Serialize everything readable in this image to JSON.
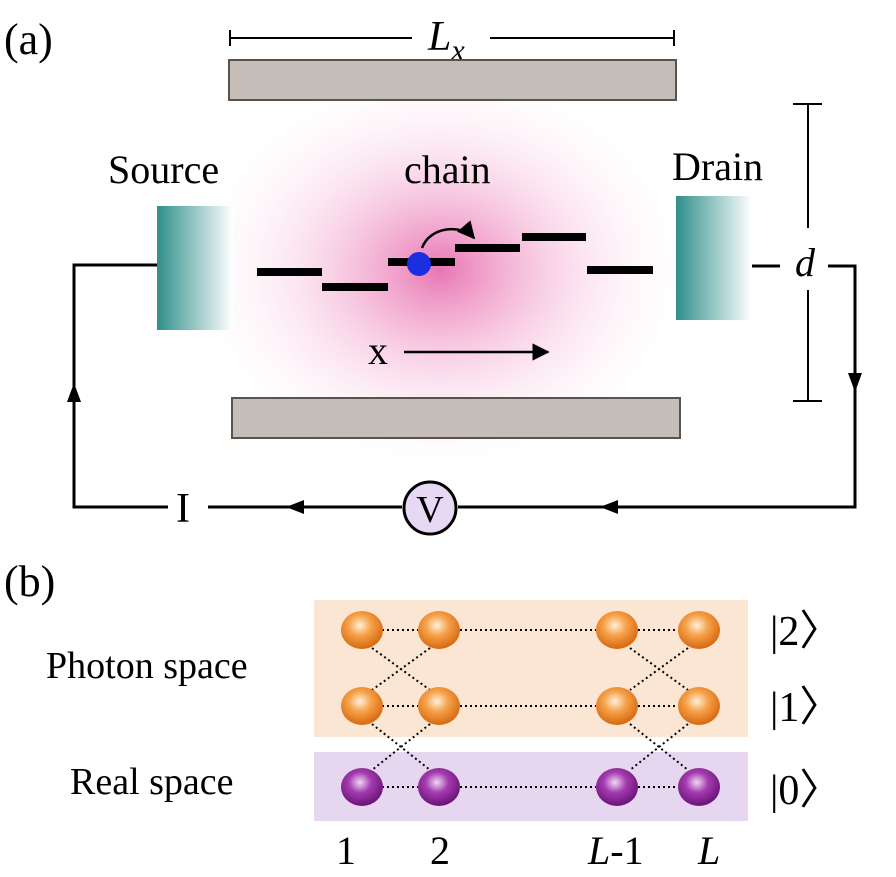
{
  "panel_a": {
    "panel_label": "(a)",
    "length_label_main": "L",
    "length_label_sub": "x",
    "source_label": "Source",
    "chain_label": "chain",
    "drain_label": "Drain",
    "gap_label": "d",
    "axis_label": "x",
    "current_label": "I",
    "voltmeter_label": "V"
  },
  "panel_b": {
    "panel_label": "(b)",
    "photon_space_label": "Photon space",
    "real_space_label": "Real space",
    "ket_2": "|2〉",
    "ket_1": "|1〉",
    "ket_0": "|0〉",
    "site_1": "1",
    "site_2": "2",
    "site_L_minus_1_main": "L",
    "site_L_minus_1_rest": "-1",
    "site_L": "L"
  },
  "colors": {
    "cavity_plate": "#c5bdb8",
    "lead": "#3d9e9a",
    "cavity_field": "#e0489a",
    "electron": "#1a2fe0",
    "photon_band": "#fbe6d4",
    "real_band": "#e6d6ef",
    "photon_site": "#f49a3c",
    "real_site": "#9a2aa5",
    "voltmeter_fill": "#e7d8f4"
  }
}
